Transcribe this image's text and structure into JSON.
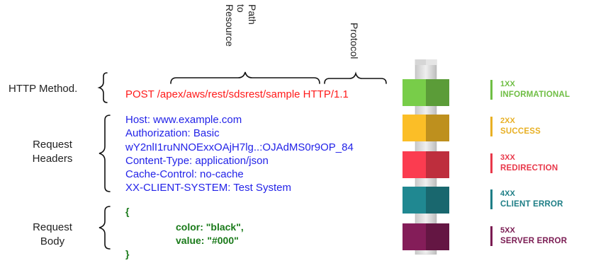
{
  "labels": {
    "method": "HTTP Method.",
    "headers": [
      "Request",
      "Headers"
    ],
    "body": [
      "Request",
      "Body"
    ],
    "path": [
      "Path",
      "to",
      "Resource"
    ],
    "protocol": "Protocol"
  },
  "request_line": {
    "method": "POST",
    "path": "/apex/aws/rest/sdsrest/sample",
    "protocol": "HTTP/1.1"
  },
  "headers": [
    "Host: www.example.com",
    "Authorization: Basic",
    "wY2nlI1ruNNOExxOAjH7lg..:OJAdMS0r9OP_84",
    "Content-Type: application/json",
    "Cache-Control: no-cache",
    "XX-CLIENT-SYSTEM: Test System"
  ],
  "body": [
    "{",
    "color: \"black\",",
    "value: \"#000\"",
    "}"
  ],
  "status_codes": [
    {
      "code": "1XX",
      "name": "INFORMATIONAL",
      "color": "#6fbe44"
    },
    {
      "code": "2XX",
      "name": "SUCCESS",
      "color": "#e8b024"
    },
    {
      "code": "3XX",
      "name": "REDIRECTION",
      "color": "#e8384a"
    },
    {
      "code": "4XX",
      "name": "CLIENT ERROR",
      "color": "#1e7e86"
    },
    {
      "code": "5XX",
      "name": "SERVER ERROR",
      "color": "#7a1b52"
    }
  ]
}
